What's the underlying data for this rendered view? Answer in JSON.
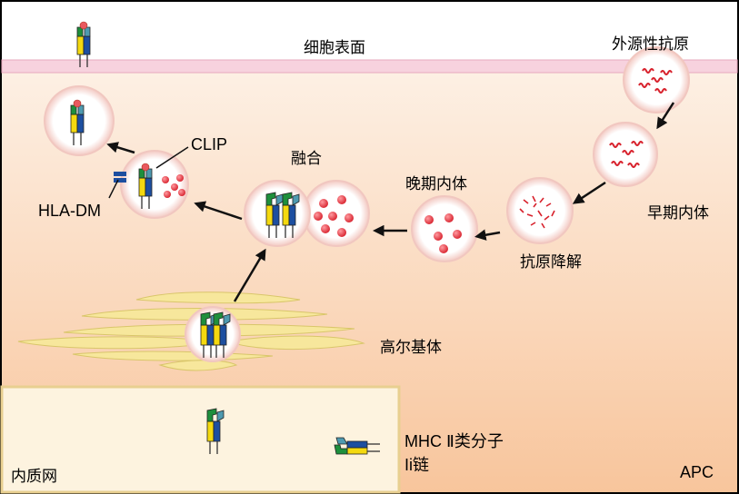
{
  "labels": {
    "cell_surface": "细胞表面",
    "exogenous_antigen": "外源性抗原",
    "early_endosome": "早期内体",
    "antigen_degradation": "抗原降解",
    "late_endosome": "晚期内体",
    "fusion": "融合",
    "clip": "CLIP",
    "hla_dm": "HLA-DM",
    "golgi": "高尔基体",
    "er": "内质网",
    "mhc_class2": "MHC Ⅱ类分子",
    "ii_chain": "Ii链",
    "apc": "APC"
  },
  "colors": {
    "membrane": "#f7d2de",
    "cytoplasm_top": "#fdf0e4",
    "cytoplasm_bottom": "#f8c59c",
    "er_fill": "#fdf3df",
    "er_border": "#e8cf90",
    "golgi": "#f7e79c",
    "vesicle_ring": "#f6d6cf",
    "antigen": "#e43b45",
    "mhc_green": "#1e8f3c",
    "mhc_yellow": "#f4d90f",
    "mhc_blue": "#1d4fa0",
    "ii_teal": "#4e9ab0",
    "peptide": "#e9595f"
  }
}
